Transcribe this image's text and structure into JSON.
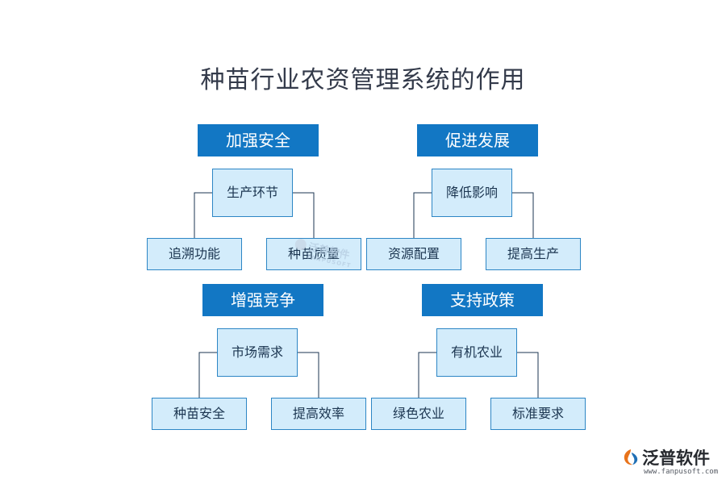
{
  "title": "种苗行业农资管理系统的作用",
  "groups": [
    {
      "header": "加强安全",
      "center": "生产环节",
      "left": "追溯功能",
      "right": "种苗质量"
    },
    {
      "header": "促进发展",
      "center": "降低影响",
      "left": "资源配置",
      "right": "提高生产"
    },
    {
      "header": "增强竞争",
      "center": "市场需求",
      "left": "种苗安全",
      "right": "提高效率"
    },
    {
      "header": "支持政策",
      "center": "有机农业",
      "left": "绿色农业",
      "right": "标准要求"
    }
  ],
  "watermark": {
    "text": "泛普软件",
    "sub": "FANPUSOFT"
  },
  "logo": {
    "name": "泛普软件",
    "url": "www.fanpusoft.com"
  },
  "colors": {
    "header_bg": "#1277c4",
    "node_bg": "#d3ecfb",
    "node_border": "#2d86c5",
    "line": "#1b3550"
  }
}
